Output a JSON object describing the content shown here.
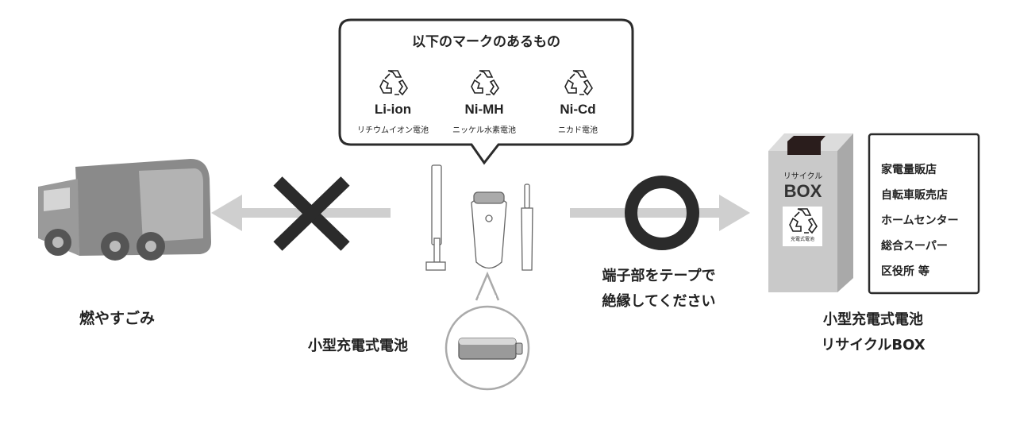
{
  "left": {
    "label": "燃やすごみ"
  },
  "bubble": {
    "title": "以下のマークのあるもの",
    "marks": [
      {
        "code": "Li-ion",
        "name": "リチウムイオン電池",
        "icon": "recycle-icon"
      },
      {
        "code": "Ni-MH",
        "name": "ニッケル水素電池",
        "icon": "recycle-icon"
      },
      {
        "code": "Ni-Cd",
        "name": "ニカド電池",
        "icon": "recycle-icon"
      }
    ]
  },
  "center": {
    "battery_label": "小型充電式電池"
  },
  "right": {
    "instruction_line1": "端子部をテープで",
    "instruction_line2": "絶縁してください",
    "box_small": "リサイクル",
    "box_big": "BOX",
    "box_sticker": "充電式電池",
    "label_line1": "小型充電式電池",
    "label_line2": "リサイクルBOX",
    "stores": [
      "家電量販店",
      "自転車販売店",
      "ホームセンター",
      "総合スーパー",
      "区役所 等"
    ]
  },
  "colors": {
    "dark": "#2b2b2b",
    "gray": "#c8c8c8",
    "box": "#c9c9c9"
  }
}
